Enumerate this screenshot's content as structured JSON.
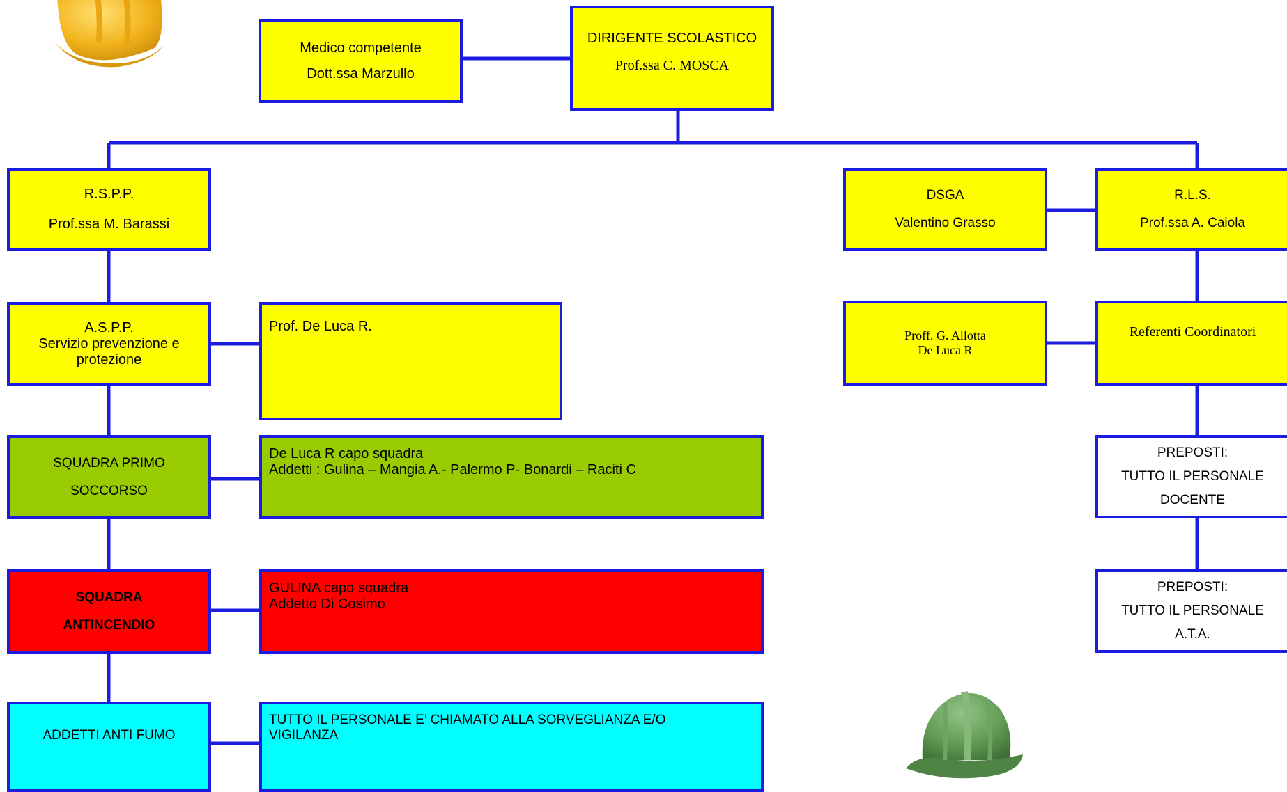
{
  "colors": {
    "connector": "#1c1ce0",
    "yellow_box": "#ffff00",
    "green_box": "#99cc00",
    "red_box": "#ff0000",
    "cyan_box": "#00ffff",
    "white_box": "#ffffff",
    "helmet_yellow": "#f2b21b",
    "helmet_green": "#5f9a52"
  },
  "icons": {
    "top_left": "hard-hat-yellow-icon",
    "bottom_right": "hard-hat-green-icon"
  },
  "medico": {
    "line1": "Medico competente",
    "line2": "Dott.ssa Marzullo"
  },
  "dirigente": {
    "line1": "DIRIGENTE  SCOLASTICO",
    "line2": "Prof.ssa C. MOSCA"
  },
  "rspp": {
    "line1": "R.S.P.P.",
    "line2": "Prof.ssa M. Barassi"
  },
  "dsga": {
    "line1": "DSGA",
    "line2": "Valentino Grasso"
  },
  "rls": {
    "line1": "R.L.S.",
    "line2": "Prof.ssa A. Caiola"
  },
  "aspp": {
    "line1": "A.S.P.P.",
    "line2": "Servizio prevenzione e",
    "line3": "protezione"
  },
  "aspp_detail": {
    "text": "Prof. De Luca R."
  },
  "proff": {
    "line1": "Proff.  G. Allotta",
    "line2": "De Luca R"
  },
  "referenti": {
    "text": "Referenti Coordinatori"
  },
  "primo_soccorso": {
    "line1": "SQUADRA  PRIMO",
    "line2": "SOCCORSO"
  },
  "primo_soccorso_detail": {
    "line1": "De Luca R capo squadra",
    "line2": "Addetti : Gulina – Mangia A.- Palermo P- Bonardi – Raciti C"
  },
  "preposti_docente": {
    "line1": "PREPOSTI:",
    "line2": "TUTTO IL PERSONALE",
    "line3": "DOCENTE"
  },
  "antincendio": {
    "line1": "SQUADRA",
    "line2": "ANTINCENDIO"
  },
  "antincendio_detail": {
    "line1": "GULINA  capo squadra",
    "line2": "Addetto Di Cosimo"
  },
  "preposti_ata": {
    "line1": "PREPOSTI:",
    "line2": "TUTTO IL PERSONALE",
    "line3": "A.T.A."
  },
  "anti_fumo": {
    "text": "ADDETTI ANTI FUMO"
  },
  "anti_fumo_detail": {
    "text": "TUTTO IL PERSONALE E’ CHIAMATO ALLA SORVEGLIANZA E/O VIGILANZA"
  }
}
